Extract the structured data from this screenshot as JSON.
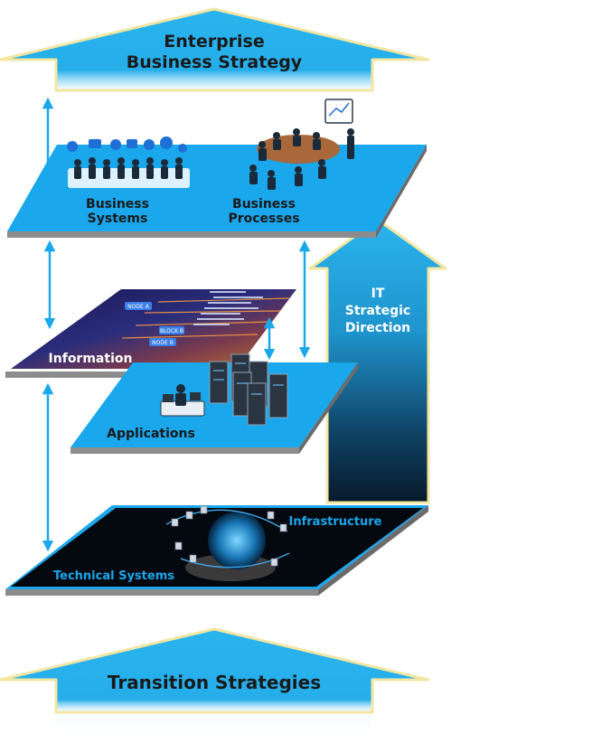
{
  "top_arrow": {
    "line1": "Enterprise",
    "line2": "Business Strategy"
  },
  "business_layer": {
    "systems_line1": "Business",
    "systems_line2": "Systems",
    "processes_line1": "Business",
    "processes_line2": "Processes"
  },
  "it_arrow": {
    "line1": "IT",
    "line2": "Strategic",
    "line3": "Direction"
  },
  "information_layer": {
    "label": "Information",
    "screen_tags": [
      "NODE A",
      "BLOCK B",
      "NODE B"
    ]
  },
  "applications_layer": {
    "label": "Applications"
  },
  "infrastructure_layer": {
    "infrastructure_label": "Infrastructure",
    "technical_label": "Technical Systems"
  },
  "bottom_arrow": {
    "label": "Transition Strategies"
  },
  "colors": {
    "accent_blue": "#1aa7ec",
    "arrow_outline": "#f3e6a2",
    "dark": "#0b1a2b"
  }
}
